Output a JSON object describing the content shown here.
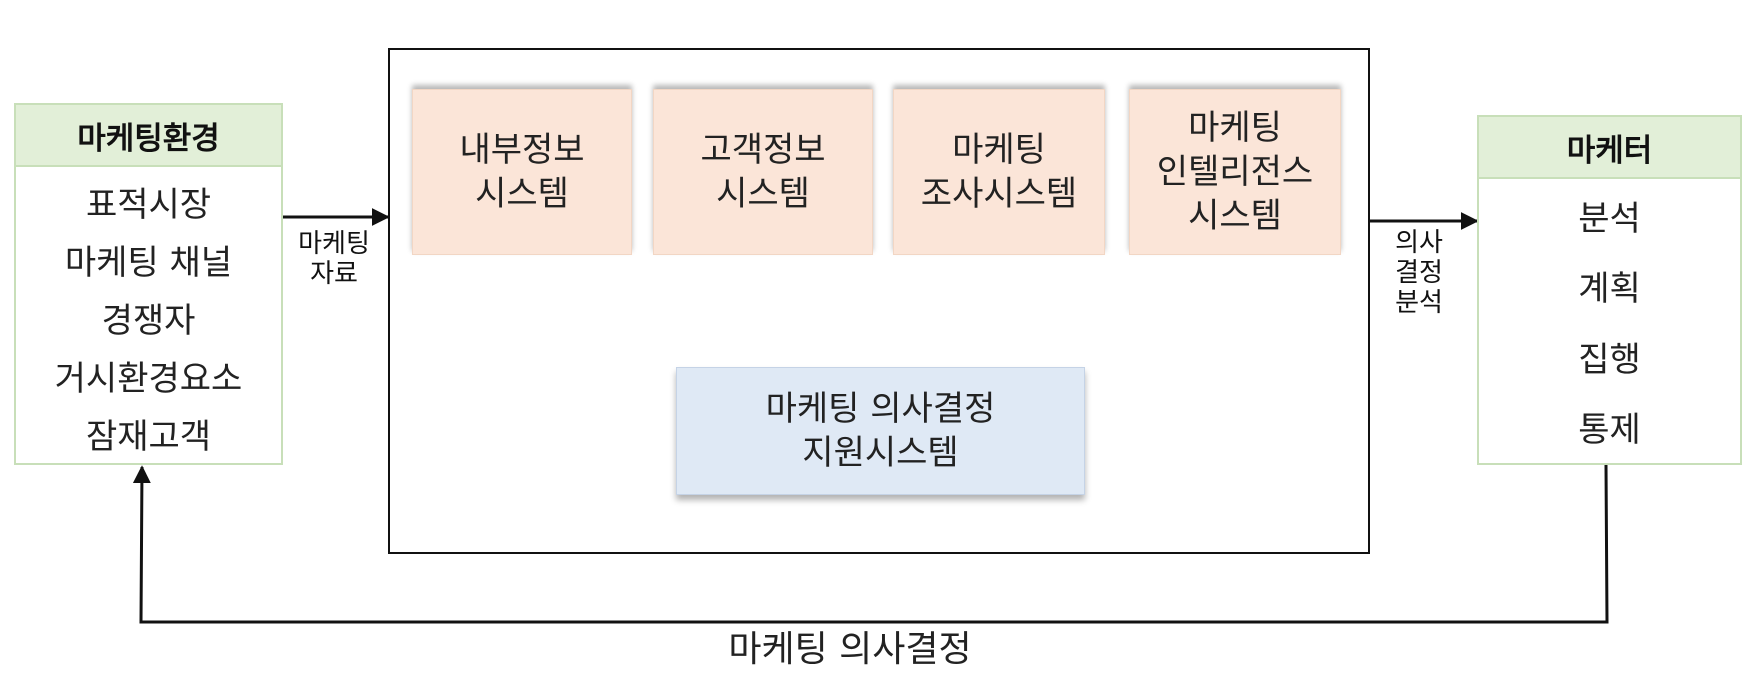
{
  "environment": {
    "title": "마케팅환경",
    "items": [
      "표적시장",
      "마케팅 채널",
      "경쟁자",
      "거시환경요소",
      "잠재고객"
    ]
  },
  "input_flow": {
    "label_line1": "마케팅",
    "label_line2": "자료"
  },
  "subsystems": [
    {
      "lines": [
        "내부정보",
        "시스템"
      ]
    },
    {
      "lines": [
        "고객정보",
        "시스템"
      ]
    },
    {
      "lines": [
        "마케팅",
        "조사시스템"
      ]
    },
    {
      "lines": [
        "마케팅",
        "인텔리전스",
        "시스템"
      ]
    }
  ],
  "dss": {
    "line1": "마케팅 의사결정",
    "line2": "지원시스템"
  },
  "output_flow": {
    "lines": [
      "의사",
      "결정",
      "분석"
    ]
  },
  "marketer": {
    "title": "마케터",
    "items": [
      "분석",
      "계획",
      "집행",
      "통제"
    ]
  },
  "feedback": {
    "label": "마케팅 의사결정"
  },
  "colors": {
    "panel_header": "#e2efd8",
    "panel_border": "#c8dfb9",
    "subsystem_fill": "#fbe5d8",
    "dss_fill": "#dfe9f5",
    "line": "#111111"
  }
}
